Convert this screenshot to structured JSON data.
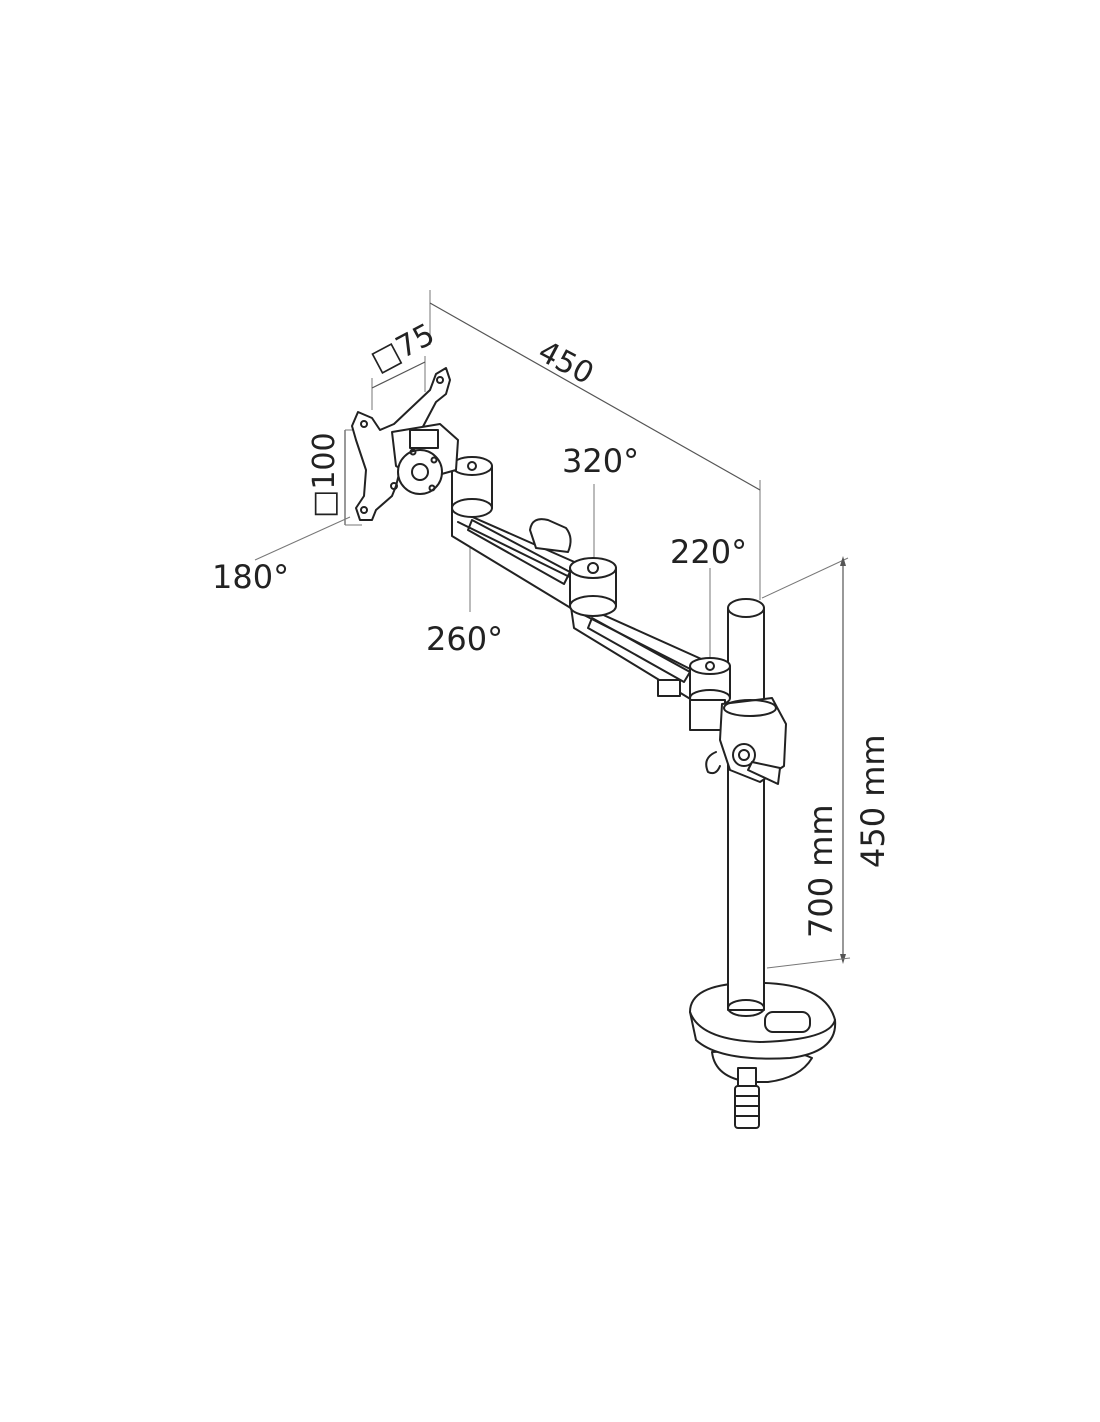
{
  "labels": {
    "plate_width": "□75",
    "plate_height": "□100",
    "arm_length": "450",
    "rot_plate": "180°",
    "rot_first_joint": "260°",
    "rot_mid_joint": "320°",
    "rot_pole_joint": "220°",
    "pole_length": "700 mm",
    "height_range": "450 mm"
  }
}
